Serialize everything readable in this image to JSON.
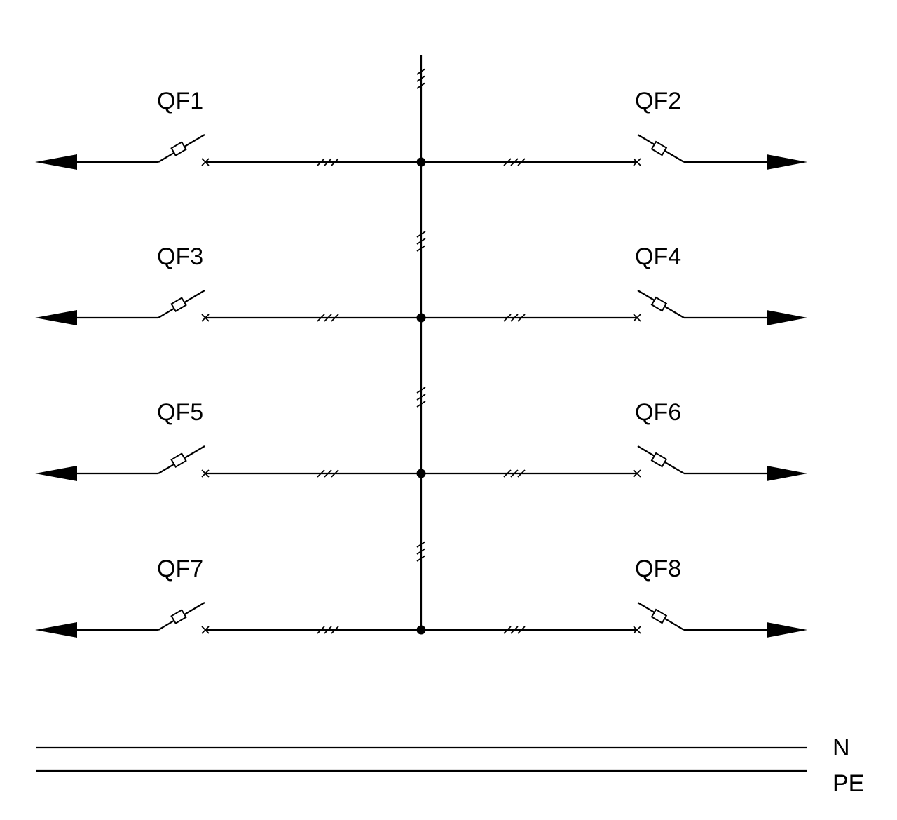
{
  "diagram": {
    "feeders": [
      {
        "left": "QF1",
        "right": "QF2"
      },
      {
        "left": "QF3",
        "right": "QF4"
      },
      {
        "left": "QF5",
        "right": "QF6"
      },
      {
        "left": "QF7",
        "right": "QF8"
      }
    ],
    "buses": {
      "n": "N",
      "pe": "PE"
    }
  }
}
